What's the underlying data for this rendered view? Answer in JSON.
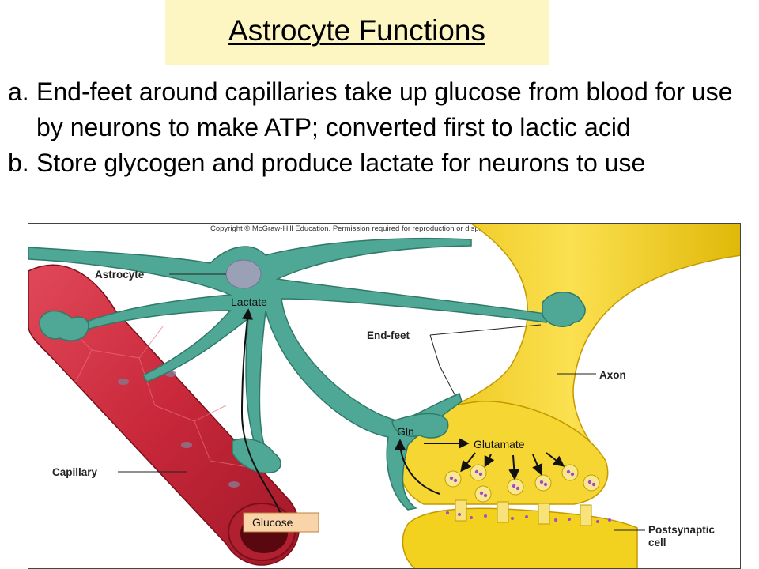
{
  "slide": {
    "title": "Astrocyte Functions",
    "bullets": [
      {
        "marker": "a.",
        "text": "End-feet around capillaries take up glucose from blood for use by neurons to make ATP; converted first to lactic acid"
      },
      {
        "marker": "b.",
        "text": "Store glycogen and produce lactate for neurons to use"
      }
    ]
  },
  "figure": {
    "copyright": "Copyright © McGraw-Hill Education. Permission required for reproduction or display.",
    "labels": {
      "astrocyte": "Astrocyte",
      "lactate": "Lactate",
      "end_feet": "End-feet",
      "axon": "Axon",
      "capillary": "Capillary",
      "gln": "Gln",
      "glutamate": "Glutamate",
      "glucose": "Glucose",
      "postsynaptic": "Postsynaptic",
      "cell": "cell"
    },
    "colors": {
      "astrocyte": "#4fa896",
      "capillary": "#c8283a",
      "axon": "#f2d21e",
      "vesicle": "#a04cc8"
    }
  }
}
